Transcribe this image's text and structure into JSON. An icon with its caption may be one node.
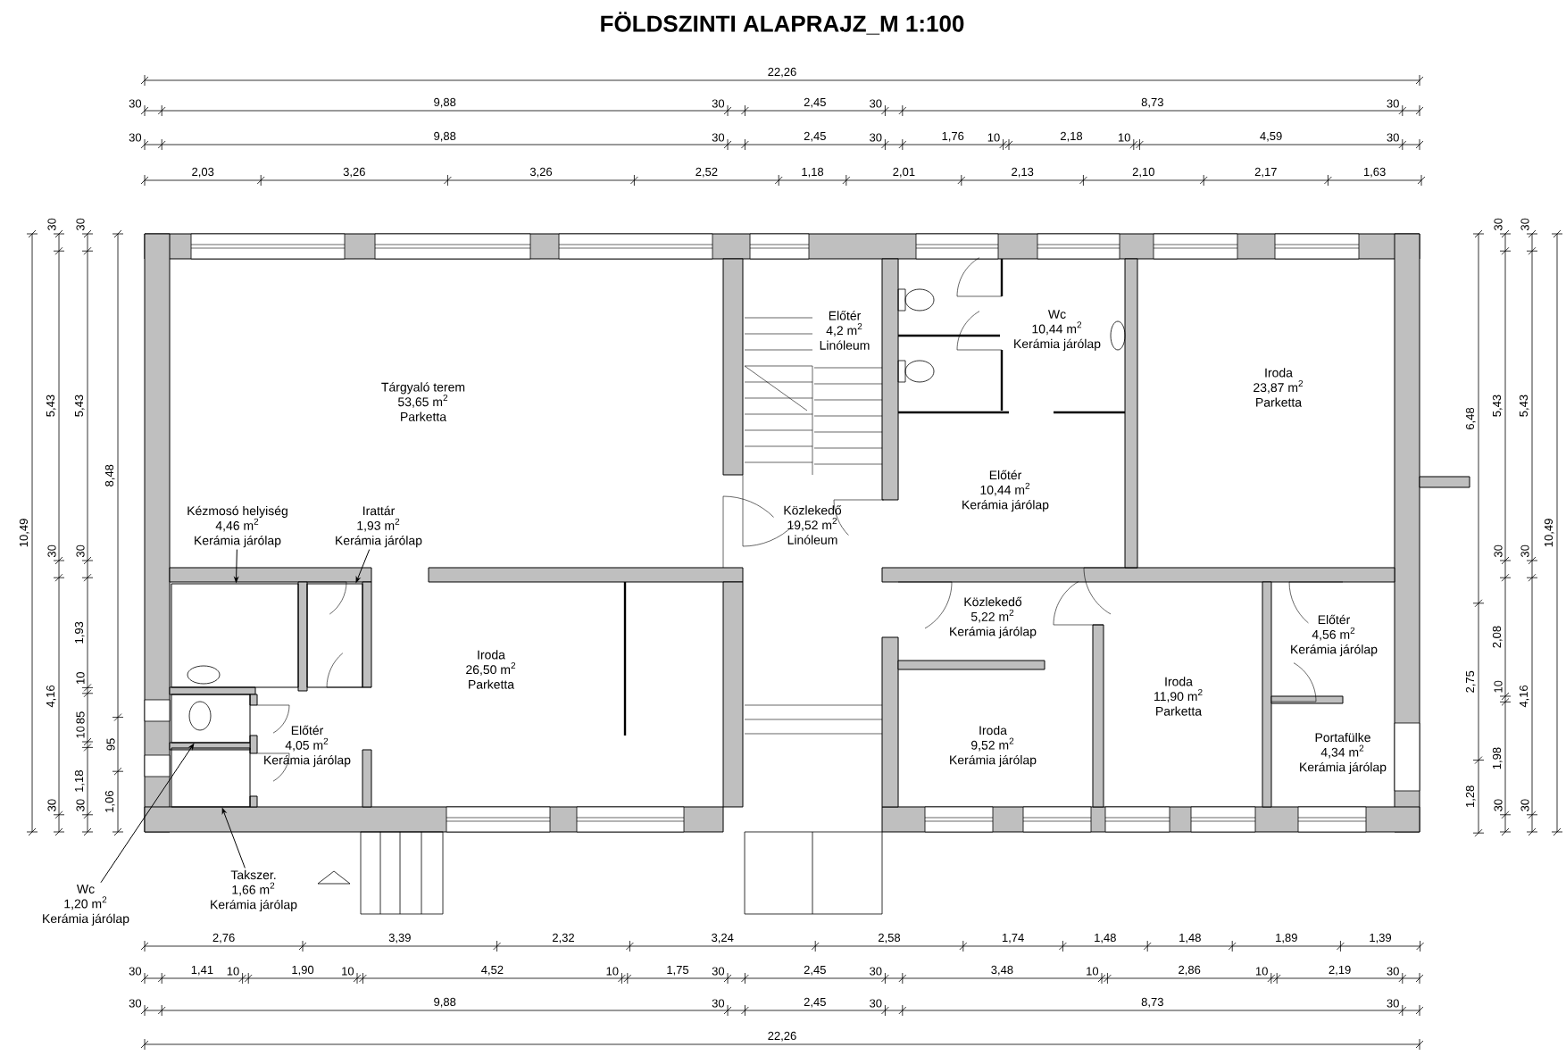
{
  "diagram": {
    "title": "FÖLDSZINTI ALAPRAJZ_M 1:100",
    "nodes": [
      {
        "text": [
          "Tárgyaló terem",
          "53,65 m$^{2}$",
          "Parketta"
        ]
      },
      {
        "text": [
          "Előtér",
          "4,2 m$^{2}$",
          "Linóleum"
        ]
      },
      {
        "text": [
          "Wc",
          "10,44 m$^{2}$",
          "Kerámia járólap"
        ]
      },
      {
        "text": [
          "Iroda",
          "23,87 m$^{2}$",
          "Parketta"
        ]
      },
      {
        "text": [
          "Közlekedő",
          "19,52 m$^{2}$",
          "Linóleum"
        ]
      },
      {
        "text": [
          "Előtér",
          "10,44 m$^{2}$",
          "Kerámia járólap"
        ]
      },
      {
        "text": [
          "Kézmosó helyiség",
          "4,46 m$^{2}$",
          "Kerámia járólap"
        ]
      },
      {
        "text": [
          "Irattár",
          "1,93 m$^{2}$",
          "Kerámia járólap"
        ]
      },
      {
        "text": [
          "Iroda",
          "26,50 m$^{2}$",
          "Parketta"
        ]
      },
      {
        "text": [
          "Közlekedő",
          "5,22 m$^{2}$",
          "Kerámia járólap"
        ]
      },
      {
        "text": [
          "Előtér",
          "4,56 m$^{2}$",
          "Kerámia járólap"
        ]
      },
      {
        "text": [
          "Iroda",
          "11,90 m$^{2}$",
          "Parketta"
        ]
      },
      {
        "text": [
          "Előtér",
          "4,05 m$^{2}$",
          "Kerámia járólap"
        ]
      },
      {
        "text": [
          "Iroda",
          "9,52 m$^{2}$",
          "Kerámia járólap"
        ]
      },
      {
        "text": [
          "Portafülke",
          "4,34 m$^{2}$",
          "Kerámia járólap"
        ]
      },
      {
        "text": [
          "Takszer.",
          "1,66 m$^{2}$",
          "Kerámia járólap"
        ]
      },
      {
        "text": [
          "Wc",
          "1,20 m$^{2}$",
          "Kerámia járólap"
        ]
      },
      {
        "text": [],
        "shape": "box"
      },
      {
        "text": [],
        "shape": "box"
      },
      {
        "text": [],
        "shape": "box"
      },
      {
        "text": [],
        "shape": "box"
      }
    ],
    "edges": [
      {
        "from": 6,
        "to": 17,
        "arrow": "to"
      },
      {
        "from": 7,
        "to": 18,
        "arrow": "to"
      },
      {
        "from": 16,
        "to": 19,
        "arrow": "to"
      },
      {
        "from": 15,
        "to": 20,
        "arrow": "to"
      }
    ],
    "labels": [
      "22,26",
      "30",
      "9,88",
      "30",
      "2,45",
      "30",
      "8,73",
      "30",
      "30",
      "9,88",
      "30",
      "2,45",
      "30",
      "1,76",
      "10",
      "2,18",
      "10",
      "4,59",
      "30",
      "2,03",
      "3,26",
      "3,26",
      "2,52",
      "1,18",
      "2,01",
      "2,13",
      "2,10",
      "2,17",
      "1,63",
      "10,49",
      "30",
      "5,43",
      "30",
      "4,16",
      "30",
      "30",
      "5,43",
      "30",
      "1,93",
      "10",
      "85",
      "10",
      "1,18",
      "30",
      "8,48",
      "95",
      "1,06",
      "6,48",
      "2,75",
      "1,28",
      "30",
      "5,43",
      "30",
      "2,08",
      "10",
      "1,98",
      "30",
      "30",
      "5,43",
      "30",
      "4,16",
      "30",
      "10,49",
      "2,76",
      "3,39",
      "2,32",
      "3,24",
      "2,58",
      "1,74",
      "1,48",
      "1,48",
      "1,89",
      "1,39",
      "30",
      "1,41",
      "10",
      "1,90",
      "10",
      "4,52",
      "10",
      "1,75",
      "30",
      "2,45",
      "30",
      "3,48",
      "10",
      "2,86",
      "10",
      "2,19",
      "30",
      "30",
      "9,88",
      "30",
      "2,45",
      "30",
      "8,73",
      "30",
      "22,26"
    ]
  }
}
